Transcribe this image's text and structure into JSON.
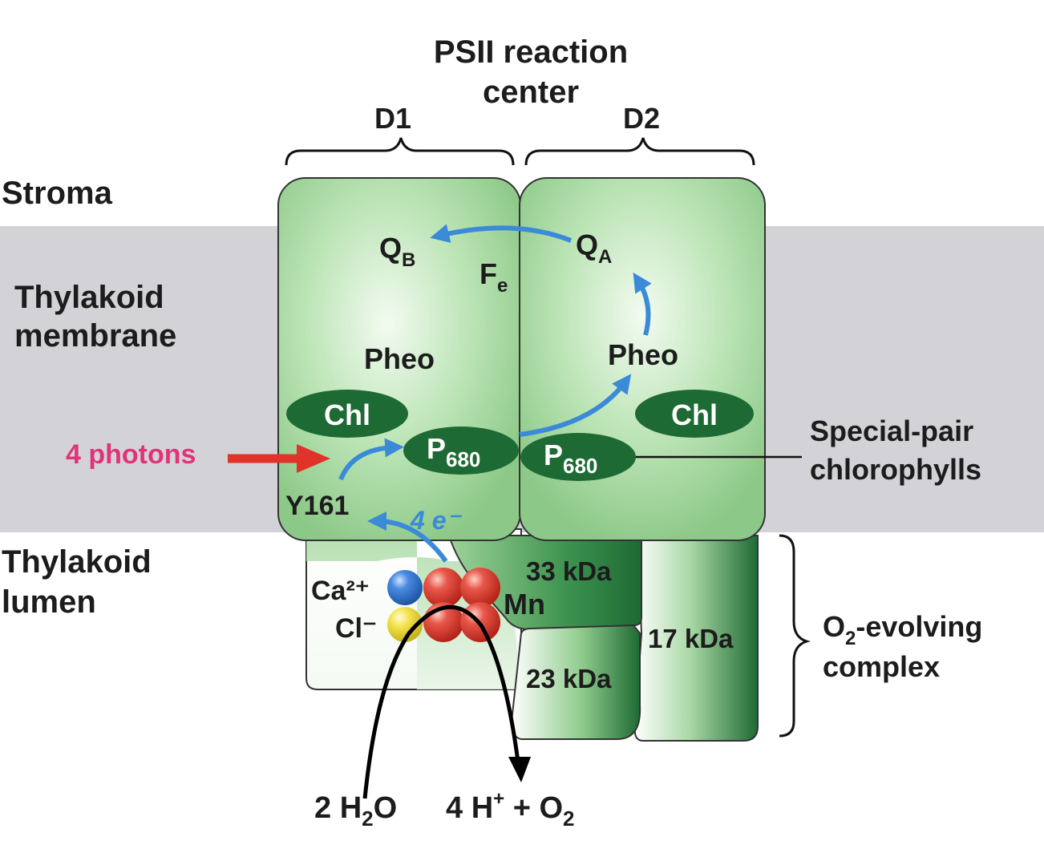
{
  "title": {
    "line1": "PSII reaction",
    "line2": "center"
  },
  "subunits": {
    "d1": "D1",
    "d2": "D2"
  },
  "regions": {
    "stroma": "Stroma",
    "membrane_line1": "Thylakoid",
    "membrane_line2": "membrane",
    "lumen_line1": "Thylakoid",
    "lumen_line2": "lumen"
  },
  "cofactors": {
    "qb": {
      "base": "Q",
      "sub": "B"
    },
    "qa": {
      "base": "Q",
      "sub": "A"
    },
    "fe": {
      "base": "F",
      "sub": "e"
    },
    "pheo_d1": "Pheo",
    "pheo_d2": "Pheo",
    "chl_d1": "Chl",
    "chl_d2": "Chl",
    "p680_d1": {
      "base": "P",
      "sub": "680"
    },
    "p680_d2": {
      "base": "P",
      "sub": "680"
    },
    "y161": "Y161",
    "electrons": "4 e⁻"
  },
  "photons": "4 photons",
  "special_pair": {
    "line1": "Special-pair",
    "line2": "chlorophylls"
  },
  "oec": {
    "ca": "Ca²⁺",
    "cl": "Cl⁻",
    "mn": "Mn",
    "kda33": "33 kDa",
    "kda23": "23 kDa",
    "kda17": "17 kDa",
    "label_line1": {
      "base": "O",
      "sub": "2",
      "rest": "-evolving"
    },
    "label_line2": "complex"
  },
  "reaction": {
    "water": {
      "pre": "2 H",
      "sub": "2",
      "post": "O"
    },
    "products": {
      "pre": "4 H",
      "sup": "+",
      "mid": " + O",
      "sub": "2"
    }
  },
  "colors": {
    "membrane_gray": "#d3d3d7",
    "protein_green": "#9ed49a",
    "dark_green": "#1e6a34",
    "arrow_blue": "#3a8ad8",
    "photon_red": "#e0332a",
    "photon_label": "#e0337a",
    "mn_red": "#e04a3c",
    "ca_blue": "#3a7fd8",
    "cl_yellow": "#f2e24a"
  },
  "icons": [
    "photon-arrow-icon",
    "electron-transfer-arrow-icon",
    "water-oxidation-arrow-icon",
    "brace-icon"
  ]
}
